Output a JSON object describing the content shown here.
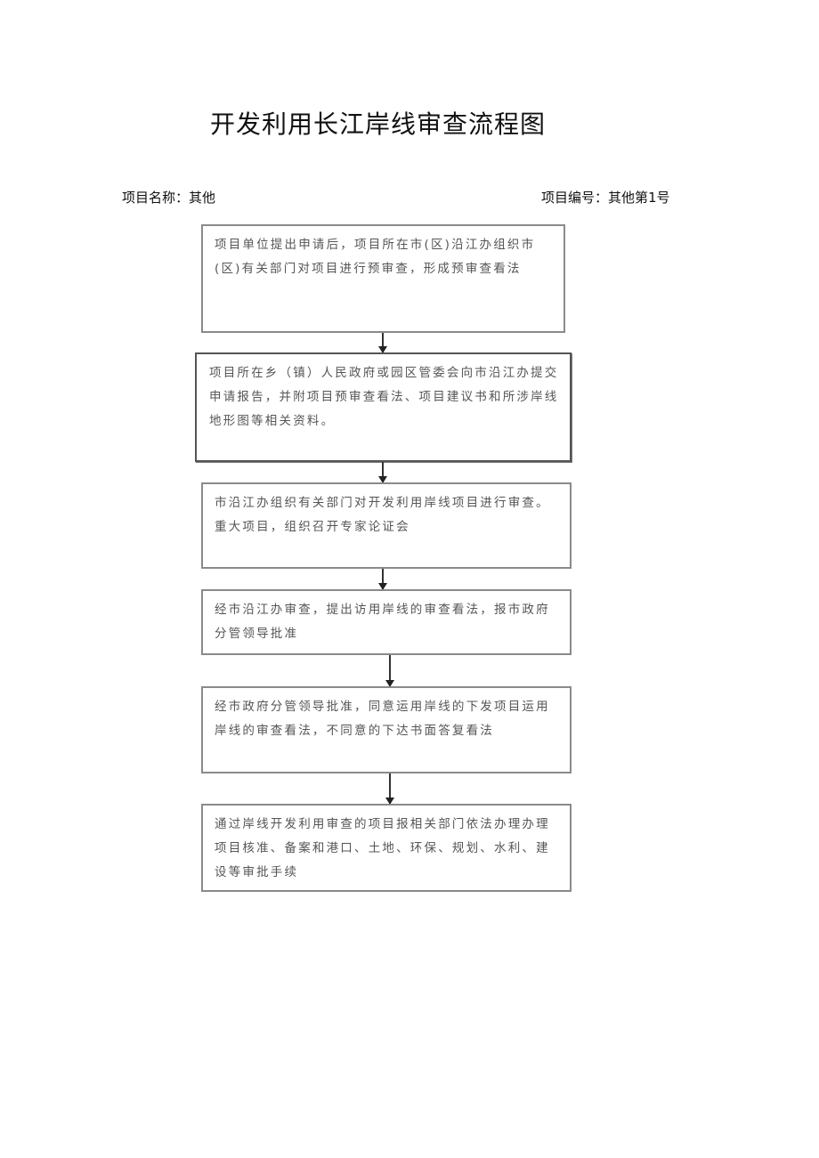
{
  "document": {
    "title": "开发利用长江岸线审查流程图",
    "project_name_label": "项目名称：其他",
    "project_number_label": "项目编号：其他第1号"
  },
  "flow": {
    "steps": [
      {
        "text": "项目单位提出申请后，项目所在市(区)沿江办组织市(区)有关部门对项目进行预审查，形成预审查看法"
      },
      {
        "text": "项目所在乡（镇）人民政府或园区管委会向市沿江办提交申请报告，并附项目预审查看法、项目建议书和所涉岸线地形图等相关资料。"
      },
      {
        "text": "市沿江办组织有关部门对开发利用岸线项目进行审查。重大项目，组织召开专家论证会"
      },
      {
        "text": "经市沿江办审查，提出访用岸线的审查看法，报市政府分管领导批准"
      },
      {
        "text": "经市政府分管领导批准，同意运用岸线的下发项目运用岸线的审查看法，不同意的下达书面答复看法"
      },
      {
        "text": "通过岸线开发利用审查的项目报相关部门依法办理办理项目核准、备案和港口、土地、环保、规划、水利、建设等审批手续"
      }
    ]
  }
}
